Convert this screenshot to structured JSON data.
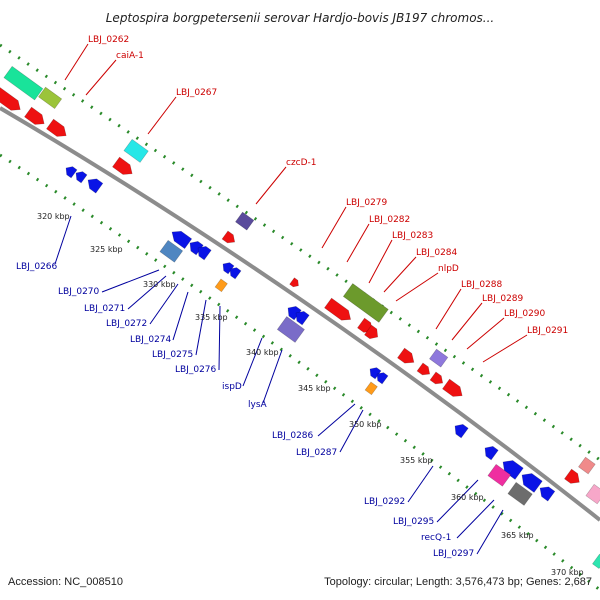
{
  "title": "Leptospira borgpetersenii serovar Hardjo-bovis JB197 chromos...",
  "footer": {
    "accession": "Accession: NC_008510",
    "topology": "Topology: circular; Length: 3,576,473 bp; Genes: 2,687"
  },
  "colors": {
    "backbone": "#8c8c8c",
    "dots": "#2a8a2a",
    "forward_label": "#cc0000",
    "reverse_label": "#00009e"
  },
  "forward_labels": [
    "LBJ_0262",
    "caiA-1",
    "LBJ_0267",
    "czcD-1",
    "LBJ_0279",
    "LBJ_0282",
    "LBJ_0283",
    "LBJ_0284",
    "nlpD",
    "LBJ_0288",
    "LBJ_0289",
    "LBJ_0290",
    "LBJ_0291"
  ],
  "reverse_labels": [
    "LBJ_0266",
    "LBJ_0270",
    "LBJ_0271",
    "LBJ_0272",
    "LBJ_0274",
    "LBJ_0275",
    "LBJ_0276",
    "ispD",
    "lysA",
    "LBJ_0286",
    "LBJ_0287",
    "LBJ_0292",
    "LBJ_0295",
    "recQ-1",
    "LBJ_0297"
  ],
  "scale_ticks": [
    "320 kbp",
    "325 kbp",
    "330 kbp",
    "335 kbp",
    "340 kbp",
    "345 kbp",
    "350 kbp",
    "355 kbp",
    "360 kbp",
    "365 kbp",
    "370 kbp"
  ]
}
